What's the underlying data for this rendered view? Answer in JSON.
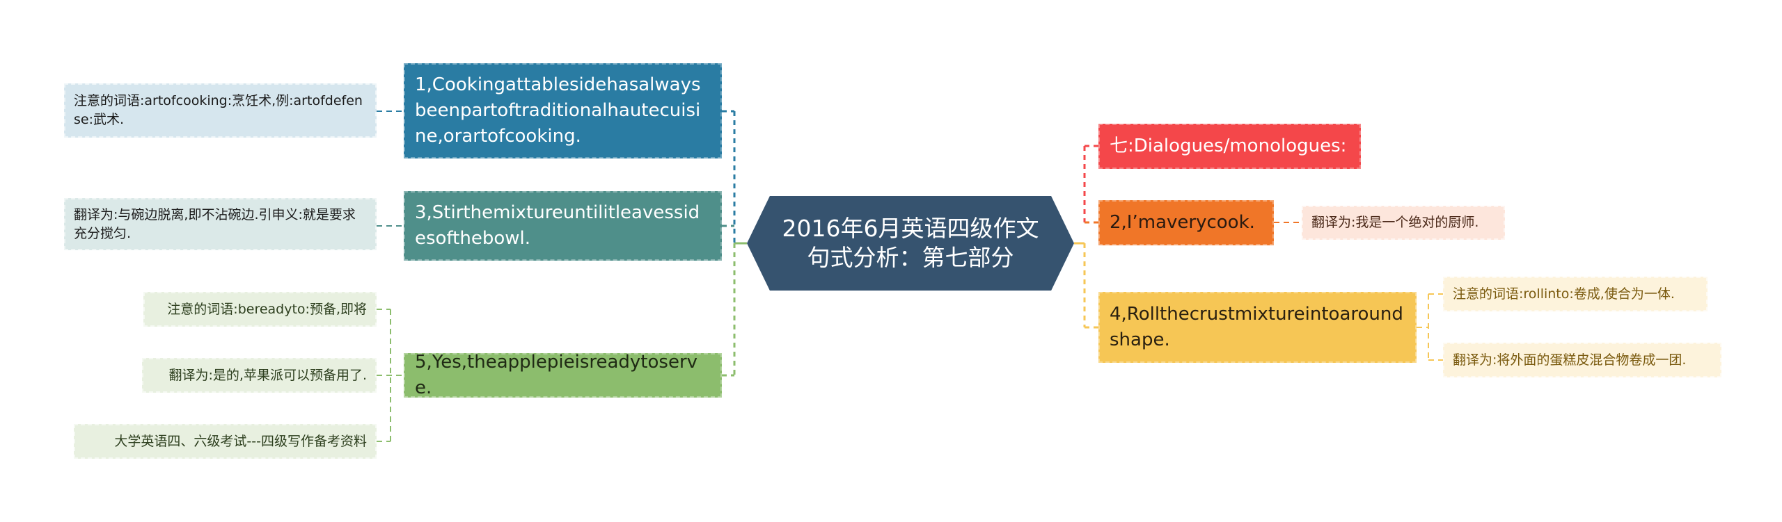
{
  "center": {
    "title": "2016年6月英语四级作文句式分析：第七部分",
    "color": "#36536f"
  },
  "left_branches": [
    {
      "label": "1,Cookingattablesidehasalwaysbeenpartoftraditionalhautecuisine,orartofcooking.",
      "color": "#2a7ca3",
      "leaves": [
        {
          "text": "注意的词语:artofcooking:烹饪术,例:artofdefense:武术.",
          "bg": "#d6e6ee"
        }
      ]
    },
    {
      "label": "3,Stirthemixtureuntilitleavessidesofthebowl.",
      "color": "#4f8f8a",
      "leaves": [
        {
          "text": "翻译为:与碗边脱离,即不沾碗边.引申义:就是要求充分搅匀.",
          "bg": "#dbe9e8"
        }
      ]
    },
    {
      "label": "5,Yes,theapplepieisreadytoserve.",
      "color": "#8cbd6d",
      "leaves": [
        {
          "text": "注意的词语:bereadyto:预备,即将",
          "bg": "#e8f0e0"
        },
        {
          "text": "翻译为:是的,苹果派可以预备用了.",
          "bg": "#e8f0e0"
        },
        {
          "text": "大学英语四、六级考试---四级写作备考资料",
          "bg": "#e8f0e0"
        }
      ]
    }
  ],
  "right_branches": [
    {
      "label": "七:Dialogues/monologues:",
      "color": "#f4474a",
      "leaves": []
    },
    {
      "label": "2,I’maverycook.",
      "color": "#f07628",
      "leaves": [
        {
          "text": "翻译为:我是一个绝对的厨师.",
          "bg": "#fde6dc"
        }
      ]
    },
    {
      "label": "4,Rollthecrustmixtureintoaroundshape.",
      "color": "#f6c655",
      "leaves": [
        {
          "text": "注意的词语:rollinto:卷成,使合为一体.",
          "bg": "#fdf3dc"
        },
        {
          "text": "翻译为:将外面的蛋糕皮混合物卷成一团.",
          "bg": "#fdf3dc"
        }
      ]
    }
  ]
}
